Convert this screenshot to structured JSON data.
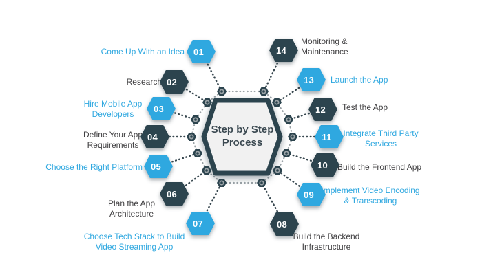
{
  "title": "Step by Step\nProcess",
  "colors": {
    "blue": "#2FA8E0",
    "dark": "#2C444E",
    "label": "#414042",
    "fill": "#F1F1F1",
    "border": "#2C444E",
    "dots": "#37474F",
    "ring": "#9BA3A7",
    "bg": "#FFFFFF",
    "badge_text": "#FFFFFF"
  },
  "steps": [
    {
      "number": "01",
      "label": "Come Up With an Idea",
      "color": "blue"
    },
    {
      "number": "02",
      "label": "Research",
      "color": "dark"
    },
    {
      "number": "03",
      "label": "Hire Mobile App\nDevelopers",
      "color": "blue"
    },
    {
      "number": "04",
      "label": "Define Your App\nRequirements",
      "color": "dark"
    },
    {
      "number": "05",
      "label": "Choose the Right Platform",
      "color": "blue"
    },
    {
      "number": "06",
      "label": "Plan the App\nArchitecture",
      "color": "dark"
    },
    {
      "number": "07",
      "label": "Choose Tech Stack to Build\nVideo Streaming App",
      "color": "blue"
    },
    {
      "number": "08",
      "label": "Build the Backend\nInfrastructure",
      "color": "dark"
    },
    {
      "number": "09",
      "label": "Implement Video Encoding\n& Transcoding",
      "color": "blue"
    },
    {
      "number": "10",
      "label": "Build the Frontend App",
      "color": "dark"
    },
    {
      "number": "11",
      "label": "Integrate Third Party\nServices",
      "color": "blue"
    },
    {
      "number": "12",
      "label": "Test the App",
      "color": "dark"
    },
    {
      "number": "13",
      "label": "Launch the App",
      "color": "blue"
    },
    {
      "number": "14",
      "label": "Monitoring &\nMaintenance",
      "color": "dark"
    }
  ]
}
